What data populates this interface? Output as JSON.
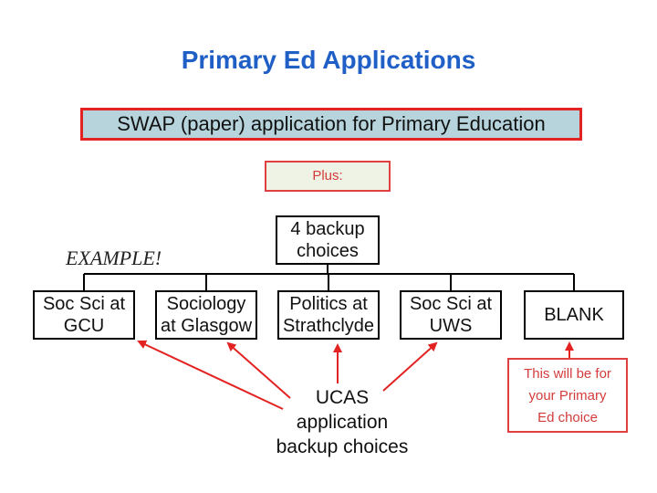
{
  "title": "Primary Ed Applications",
  "swap_box": "SWAP (paper) application for Primary Education",
  "plus_label": "Plus:",
  "backup_box": [
    "4 backup",
    "choices"
  ],
  "example_label": "EXAMPLE!",
  "choices": [
    "Soc Sci at\nGCU",
    "Sociology\nat Glasgow",
    "Politics at\nStrathclyde",
    "Soc Sci at\nUWS",
    "BLANK"
  ],
  "ucas_note": [
    "UCAS",
    "application",
    "backup choices"
  ],
  "primary_note": [
    "This will be for",
    "your Primary",
    "Ed choice"
  ],
  "colors": {
    "title": "#1f5fc6",
    "swap_fill": "#b7d4dc",
    "red": "#e32222",
    "plus_fill": "#eef3e6"
  }
}
